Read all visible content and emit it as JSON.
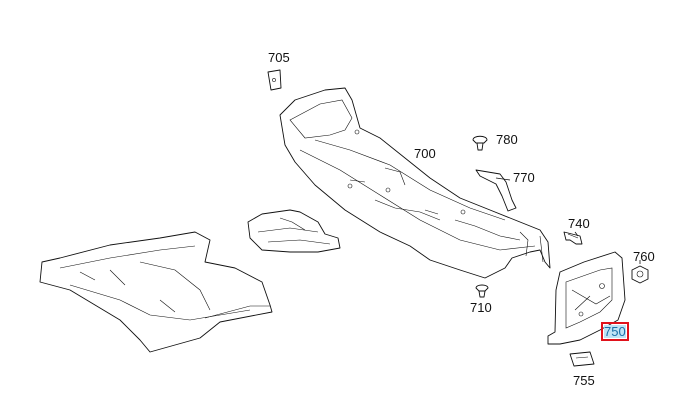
{
  "callouts": {
    "c705": "705",
    "c780": "780",
    "c700": "700",
    "c770": "770",
    "c740": "740",
    "c760": "760",
    "c750": "750",
    "c710": "710",
    "c755": "755"
  },
  "selection": {
    "selected_callout": "750",
    "highlight_color": "#e0121c"
  }
}
